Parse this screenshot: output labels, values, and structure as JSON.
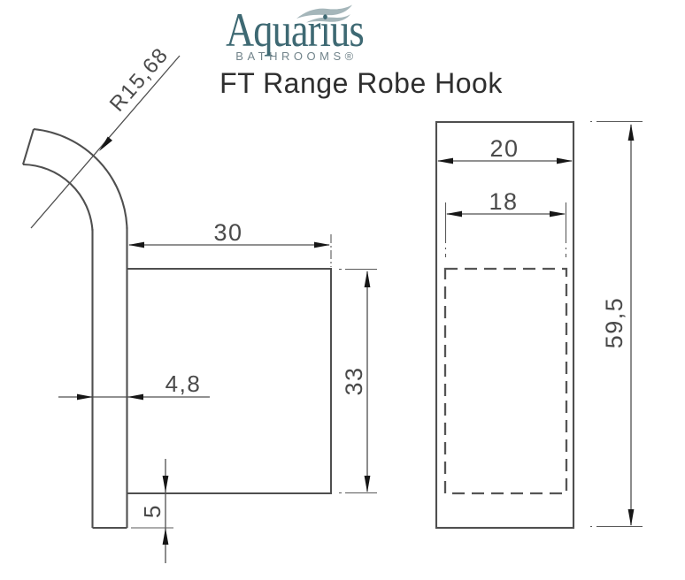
{
  "header": {
    "brand": "Aquarius",
    "brand_sub": "BATHROOMS®",
    "title": "FT Range Robe Hook"
  },
  "side_view": {
    "radius": "R15,68",
    "hook_width": "30",
    "body_height": "33",
    "arm_thickness": "4,8",
    "tail": "5"
  },
  "front_view": {
    "outer_width": "20",
    "inner_width": "18",
    "height": "59,5"
  },
  "colors": {
    "brand_teal": "#3e6973",
    "wave_gray": "#a5b6ba",
    "line_gray": "#4f4f4f",
    "dimension_text_gray": "#4a4a4a",
    "title_dark": "#2f2f2f",
    "background": "#ffffff"
  }
}
